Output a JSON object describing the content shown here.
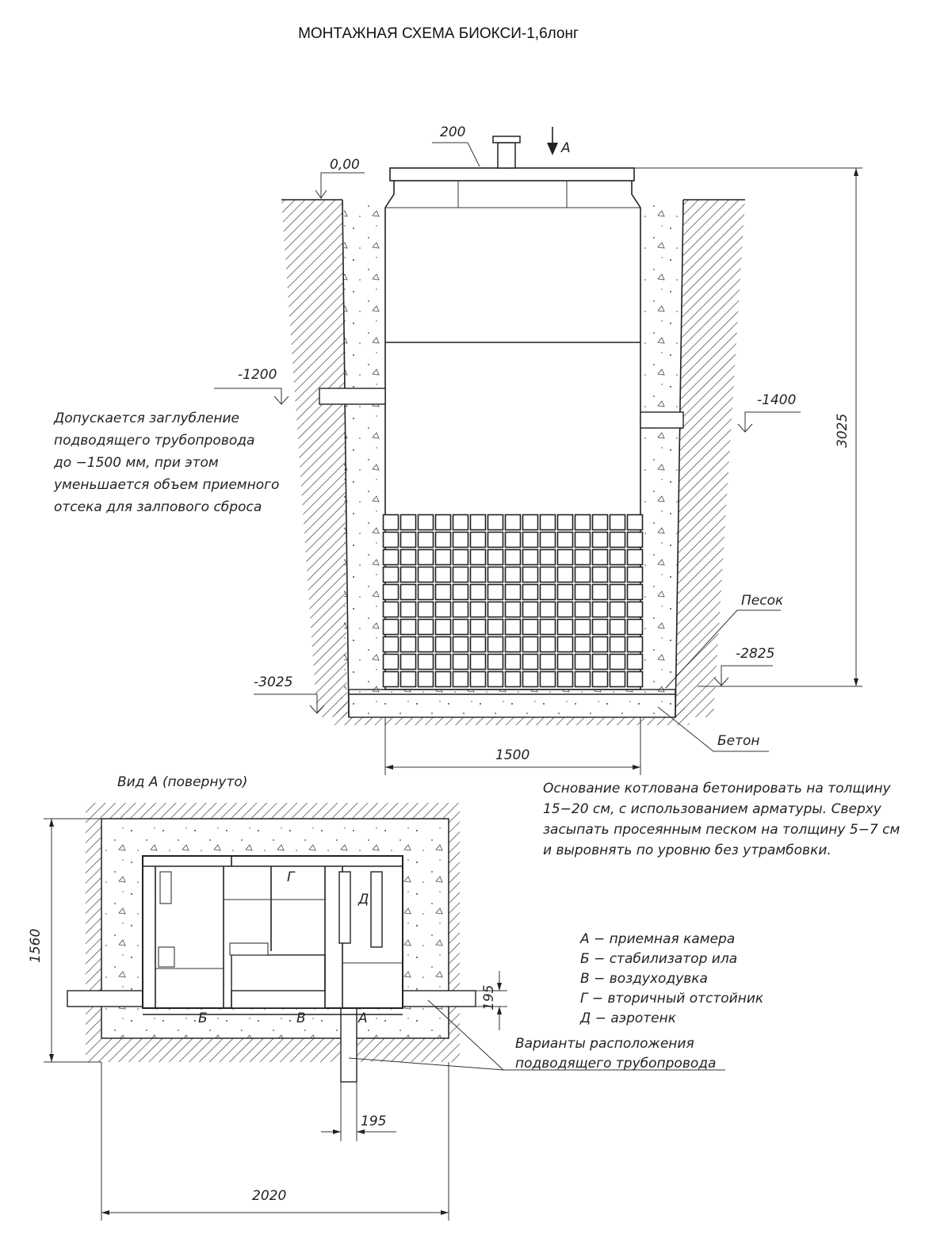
{
  "title": "МОНТАЖНАЯ СХЕМА БИОКСИ-1,6лонг",
  "section_view": {
    "dim_pipe": "200",
    "view_marker": "А",
    "level_top": "0,00",
    "level_inlet": "-1200",
    "level_outlet": "-1400",
    "depth_total": "3025",
    "sand_label": "Песок",
    "level_sand": "-2825",
    "level_bottom": "-3025",
    "concrete_label": "Бетон",
    "width_dim": "1500",
    "note_inlet": [
      "Допускается заглубление",
      "подводящего трубопровода",
      "до −1500 мм, при этом",
      "уменьшается объем приемного",
      "отсека для залпового сброса"
    ],
    "note_base": [
      "Основание котлована бетонировать на толщину",
      "15−20 см, с использованием арматуры. Сверху",
      "засыпать просеянным песком на толщину 5−7 см",
      "и выровнять по уровню без утрамбовки."
    ]
  },
  "plan_view": {
    "title": "Вид А (повернуто)",
    "compartments": {
      "a": "А",
      "b": "Б",
      "v": "В",
      "g": "Г",
      "d": "Д"
    },
    "dim_height": "1560",
    "dim_width": "2020",
    "dim_offset_vertical": "195",
    "dim_offset_horizontal": "195",
    "pipe_note": [
      "Варианты расположения",
      "подводящего трубопровода"
    ],
    "legend": [
      "А − приемная камера",
      "Б − стабилизатор ила",
      "В − воздуходувка",
      "Г − вторичный отстойник",
      "Д − аэротенк"
    ]
  }
}
